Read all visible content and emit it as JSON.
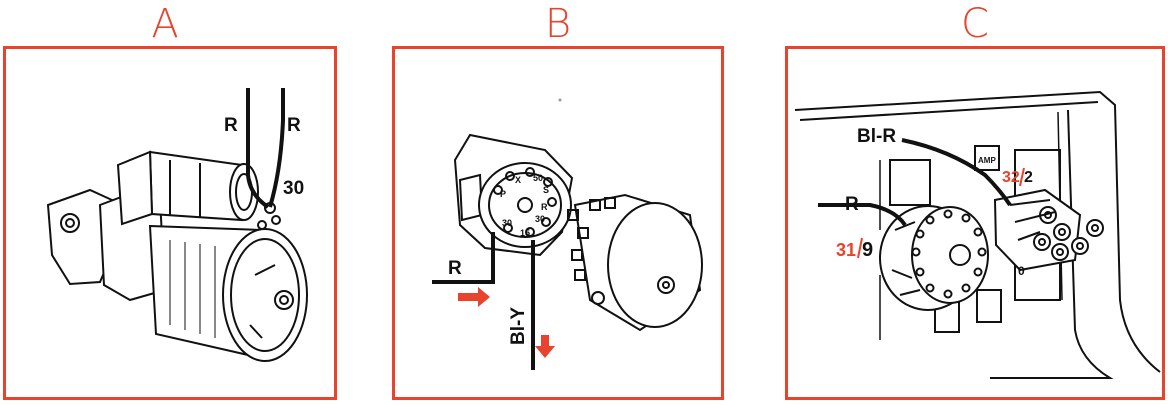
{
  "panels": [
    {
      "letter": "A",
      "labels": {
        "wire_left": "R",
        "wire_right": "R",
        "terminal": "30"
      }
    },
    {
      "letter": "B",
      "labels": {
        "wire_r": "R",
        "wire_bly": "Bl-Y",
        "pins": {
          "x": "X",
          "p": "P",
          "p2": "50",
          "s": "S",
          "r": "R",
          "t30": "30",
          "t15": "15",
          "t30b": "30"
        }
      }
    },
    {
      "letter": "C",
      "labels": {
        "wire_blr": "Bl-R",
        "wire_r": "R",
        "amp": "AMP",
        "t31": "31",
        "t9": "9",
        "t32": "32",
        "t2": "2",
        "o": "0"
      }
    }
  ],
  "colors": {
    "frame": "#e8432c",
    "accent": "#e8432c",
    "ink": "#111111"
  }
}
